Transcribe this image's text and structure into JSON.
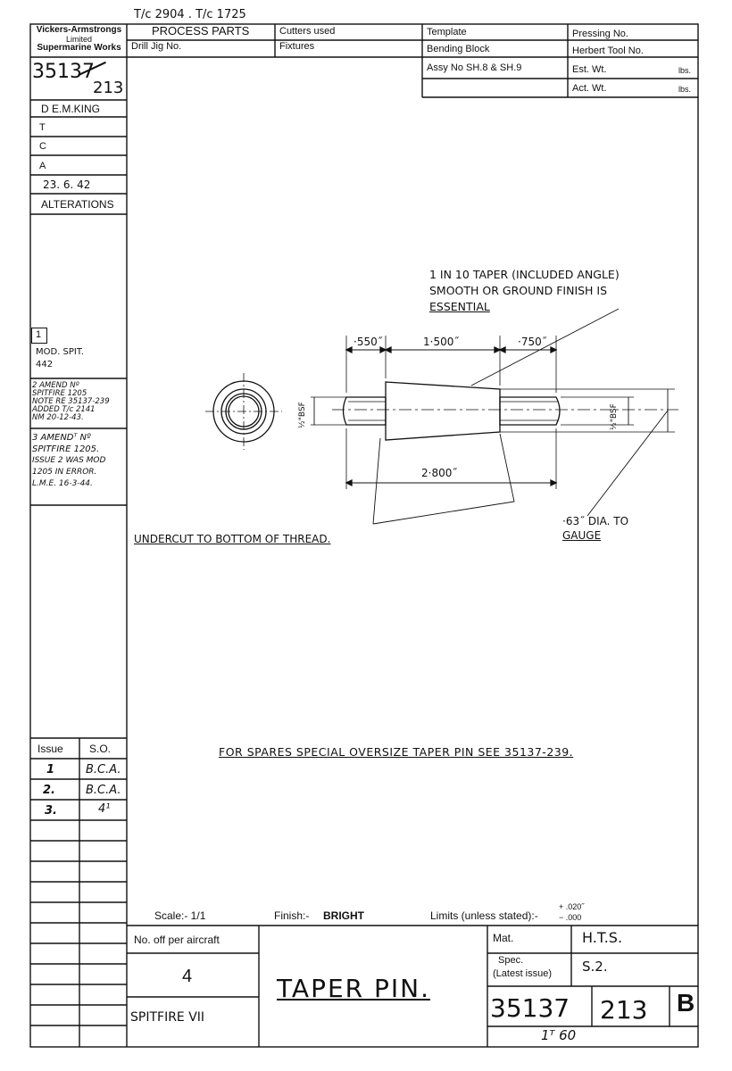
{
  "top_note": "T/c 2904 . T/c 1725",
  "company": {
    "line1": "Vickers-Armstrongs",
    "line2": "Limited",
    "line3": "Supermarine Works"
  },
  "header": {
    "process_parts": "PROCESS PARTS",
    "cutters_used": "Cutters used",
    "template": "Template",
    "pressing_no": "Pressing No.",
    "drill_jig": "Drill Jig No.",
    "fixtures": "Fixtures",
    "bending_block": "Bending Block",
    "herbert_tool": "Herbert Tool No.",
    "assy_no": "Assy No SH.8 & SH.9",
    "est_wt": "Est. Wt.",
    "act_wt": "Act. Wt.",
    "lbs1": "lbs.",
    "lbs2": "lbs."
  },
  "left_column": {
    "drawing_no": "35137",
    "drawing_sub": "213",
    "drawn_by": "D E.M.KING",
    "t": "T",
    "c": "C",
    "a": "A",
    "date": "23. 6. 42",
    "alterations": "ALTERATIONS",
    "alt1_num": "1",
    "alt1_text1": "MOD. SPIT.",
    "alt1_text2": "442",
    "alt2_line1": "2 AMEND Nº",
    "alt2_line2": "SPITFIRE 1205",
    "alt2_line3": "NOTE RE 35137-239",
    "alt2_line4": "ADDED T/c 2141",
    "alt2_line5": "NM 20-12-43.",
    "alt3_line1": "3 AMENDᵀ Nº",
    "alt3_line2": "SPITFIRE 1205.",
    "alt3_line3": "ISSUE 2 WAS MOD",
    "alt3_line4": "1205 IN ERROR.",
    "alt3_line5": "L.M.E. 16-3-44."
  },
  "issue_table": {
    "col_issue": "Issue",
    "col_so": "S.O.",
    "rows": [
      {
        "issue": "1",
        "so": "B.C.A."
      },
      {
        "issue": "2.",
        "so": "B.C.A."
      },
      {
        "issue": "3.",
        "so": "4¹"
      }
    ]
  },
  "drawing": {
    "taper_note1": "1 IN 10 TAPER (INCLUDED ANGLE)",
    "taper_note2": "SMOOTH OR GROUND FINISH IS",
    "taper_note3": "ESSENTIAL",
    "dim_550": "·550˝",
    "dim_1500": "1·500˝",
    "dim_750": "·750˝",
    "dim_2800": "2·800˝",
    "thread_left": "½\"BSF",
    "thread_right": "½\"BSF",
    "dia_note1": "·63˝ DIA. TO",
    "dia_note2": "GAUGE",
    "undercut": "UNDERCUT TO BOTTOM OF THREAD.",
    "spares": "FOR SPARES SPECIAL OVERSIZE TAPER PIN SEE 35137-239."
  },
  "footer": {
    "scale": "Scale:- 1/1",
    "finish_label": "Finish:-",
    "finish_value": "BRIGHT",
    "limits": "Limits (unless stated):-",
    "tol_plus": "+ .020˝",
    "tol_minus": "− .000",
    "no_off_label": "No. off per aircraft",
    "no_off_value": "4",
    "aircraft": "SPITFIRE VII",
    "title": "TAPER PIN.",
    "mat_label": "Mat.",
    "mat_value": "H.T.S.",
    "spec_label1": "Spec.",
    "spec_label2": "(Latest issue)",
    "spec_value": "S.2.",
    "drawing_no": "35137",
    "drawing_sub": "213",
    "issue_letter": "B",
    "sheet_note": "1ᵀ 60"
  }
}
